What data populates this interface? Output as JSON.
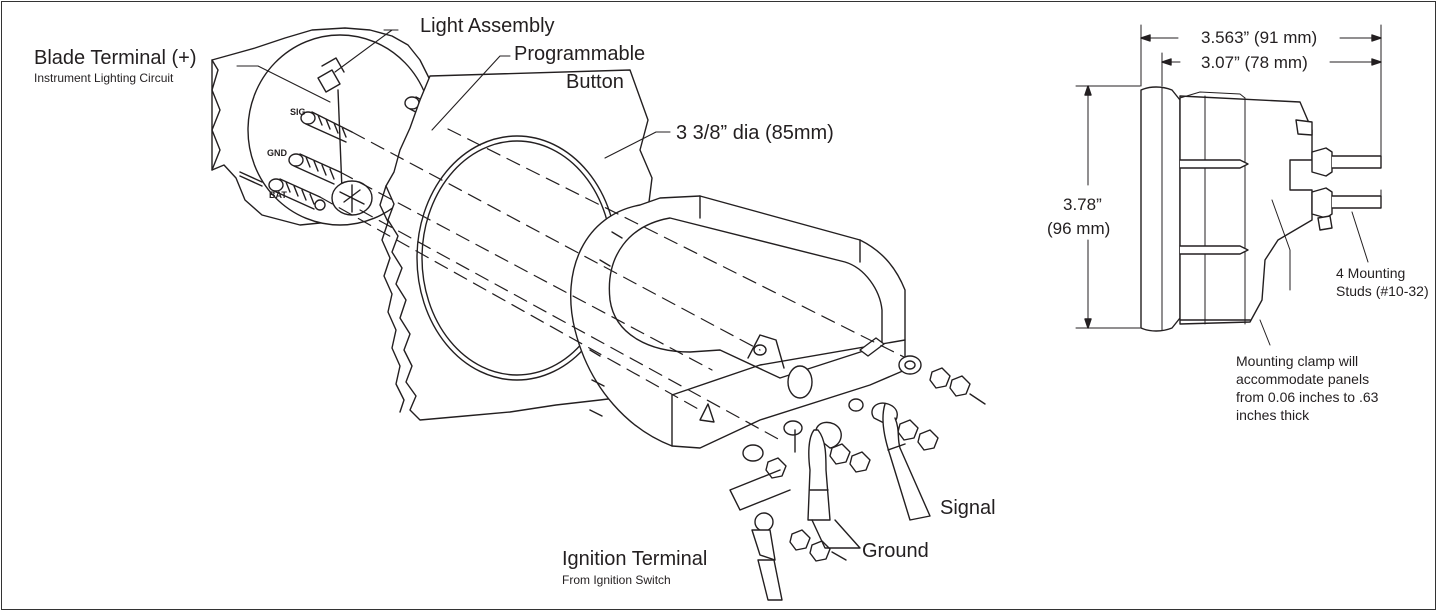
{
  "labels": {
    "blade_terminal": "Blade Terminal (+)",
    "blade_terminal_sub": "Instrument Lighting Circuit",
    "light_assembly": "Light Assembly",
    "programmable_line1": "Programmable",
    "programmable_line2": "Button",
    "diameter": "3 3/8” dia (85mm)",
    "signal": "Signal",
    "ground": "Ground",
    "ignition_terminal": "Ignition Terminal",
    "ignition_terminal_sub": "From Ignition Switch",
    "term_sig": "SIG",
    "term_gnd": "GND",
    "term_bat": "BAT"
  },
  "dimensions": {
    "overall_depth": "3.563” (91 mm)",
    "body_depth": "3.07” (78 mm)",
    "height_line1": "3.78”",
    "height_line2": "(96 mm)",
    "studs_line1": "4 Mounting",
    "studs_line2": "Studs (#10-32)",
    "clamp_note": [
      "Mounting clamp will",
      "accommodate panels",
      "from 0.06 inches to .63",
      "inches thick"
    ]
  },
  "colors": {
    "line": "#231f20",
    "background": "#ffffff"
  }
}
